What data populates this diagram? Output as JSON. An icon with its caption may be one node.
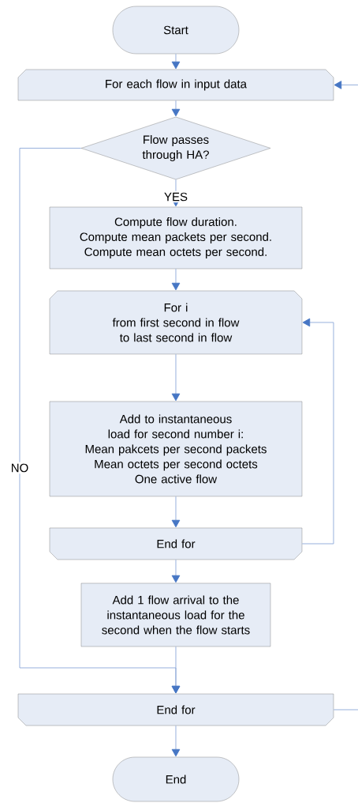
{
  "diagram": {
    "nodes": [
      {
        "text": [
          "Start"
        ]
      },
      {
        "text": [
          "For each flow in input data"
        ]
      },
      {
        "text": [
          "Flow passes through HA?"
        ]
      },
      {
        "text": [
          "Compute flow duration.",
          "Compute mean packets per second.",
          "Compute mean octets per second."
        ]
      },
      {
        "text": [
          "For i",
          "from first second in flow",
          "to last second in flow"
        ]
      },
      {
        "text": [
          "Add to instantaneous load for second number i:",
          "Mean pakcets per second packets",
          "Mean octets per second octets",
          "One active flow"
        ]
      },
      {
        "text": [
          "End for"
        ]
      },
      {
        "text": [
          "Add 1 flow arrival to the instantaneous load for the second when the flow starts"
        ]
      },
      {
        "text": [
          "End for"
        ]
      },
      {
        "text": [
          "End"
        ]
      }
    ],
    "edges": [
      {
        "from": 0,
        "to": 1,
        "arrow": "to"
      },
      {
        "from": 1,
        "to": 2,
        "arrow": "to"
      },
      {
        "from": 2,
        "to": 3,
        "arrow": "to",
        "label": "YES"
      },
      {
        "from": 3,
        "to": 4,
        "arrow": "to"
      },
      {
        "from": 4,
        "to": 5,
        "arrow": "to"
      },
      {
        "from": 5,
        "to": 6,
        "arrow": "to"
      },
      {
        "from": 6,
        "to": 4,
        "arrow": "to"
      },
      {
        "from": 6,
        "to": 7,
        "arrow": "to"
      },
      {
        "from": 7,
        "to": 8,
        "arrow": "to"
      },
      {
        "from": 2,
        "to": 8,
        "arrow": "to",
        "label": "NO"
      },
      {
        "from": 8,
        "to": 1,
        "arrow": "to"
      },
      {
        "from": 8,
        "to": 9,
        "arrow": "to"
      }
    ]
  }
}
